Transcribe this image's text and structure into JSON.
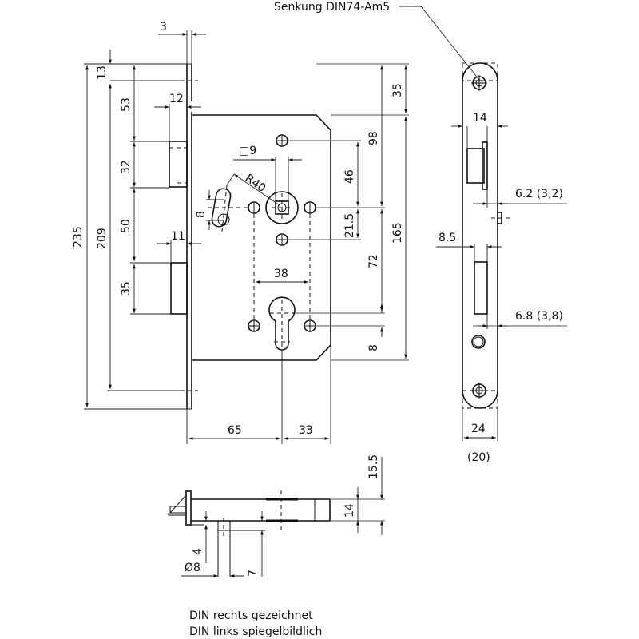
{
  "drawing": {
    "title": "Mortise lock dimension drawing",
    "front_view": {
      "dimensions": {
        "faceplate_thickness": "3",
        "top_offset": "13",
        "latch_from_top": "53",
        "latch_height": "32",
        "latch_projection": "12",
        "latch_to_bolt": "50",
        "bolt_projection": "11",
        "bolt_height": "35",
        "overall_height": "235",
        "screw_spacing": "209",
        "case_top_offset": "35",
        "follower_to_top_hole": "98",
        "follower_to_hole": "46",
        "follower_to_lower_hole": "21.5",
        "follower_to_cylinder": "72",
        "case_height": "165",
        "cylinder_to_bottom": "8",
        "follower_square": "□9",
        "radius": "R40",
        "slot_height": "8",
        "hole_spacing": "38",
        "backset": "65",
        "cylinder_to_back": "33"
      }
    },
    "faceplate_view": {
      "callout": "Senkung DIN74-Am5",
      "dimensions": {
        "latch_width": "14",
        "latch_offset": "6.2 (3,2)",
        "bolt_width": "8.5",
        "bolt_offset": "6.8 (3,8)",
        "faceplate_width": "24",
        "faceplate_width_alt": "(20)"
      }
    },
    "bottom_view": {
      "dimensions": {
        "depth_offset": "15.5",
        "case_thickness": "14",
        "pin_offset": "4",
        "pin_diameter": "Ø8",
        "pin_length": "7"
      }
    },
    "notes": [
      "DIN rechts gezeichnet",
      "DIN links spiegelbildlich"
    ]
  }
}
